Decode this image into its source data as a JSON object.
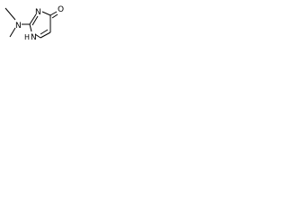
{
  "atoms": {
    "n_dimethylamino": "N",
    "n_ring_top": "N",
    "n_ring_bottom": "N",
    "n_ring_bottom_h": "H",
    "oxygen": "O"
  },
  "colors": {
    "bond": "#000000",
    "label": "#000000",
    "background": "#ffffff"
  }
}
